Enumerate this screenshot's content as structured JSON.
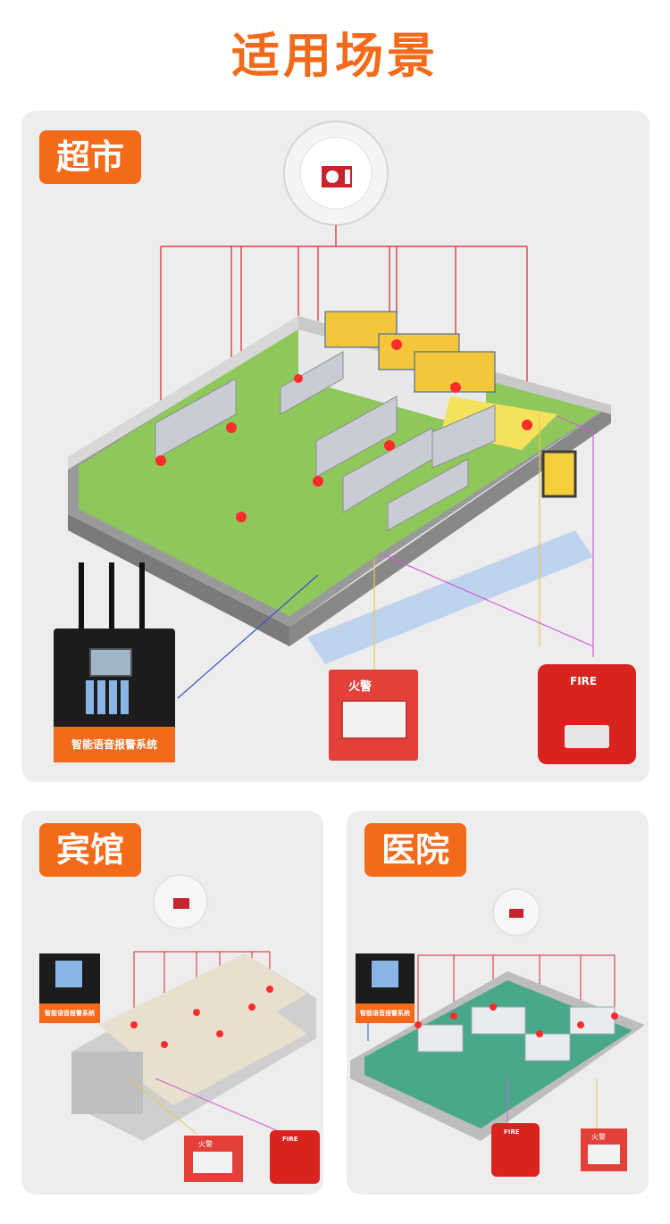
{
  "page_title": "适用场景",
  "scenes": {
    "supermarket": {
      "label": "超市",
      "panel_label": "智能语音报警系统",
      "call_point_label": "火警",
      "strobe_label": "FIRE"
    },
    "hotel": {
      "label": "宾馆",
      "panel_label": "智能语音报警系统",
      "call_point_label": "火警",
      "strobe_label": "FIRE"
    },
    "hospital": {
      "label": "医院",
      "panel_label": "智能语音报警系统",
      "call_point_label": "火警",
      "strobe_label": "FIRE"
    }
  },
  "colors": {
    "accent": "#f26a1a",
    "wire_red": "#d6262b",
    "panel_bg": "#ededed"
  }
}
